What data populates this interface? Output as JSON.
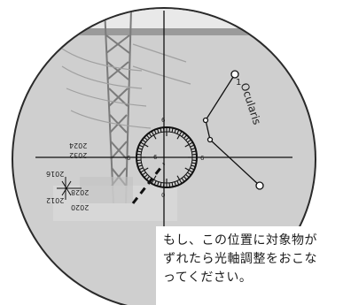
{
  "image": {
    "title": ""
  },
  "viewfinder": {
    "ocular_label": "Ocularis",
    "ocular_number": "1",
    "pole_markers": {
      "top": "6",
      "bottom": "0",
      "left": "6",
      "right": "6"
    },
    "year_labels": [
      "2024",
      "2032",
      "2016",
      "2028",
      "2020",
      "2012"
    ],
    "center_mark": "6"
  },
  "note": {
    "text": "もし、この位置に対象物が\nずれたら光軸調整をおこな\nってください。"
  }
}
